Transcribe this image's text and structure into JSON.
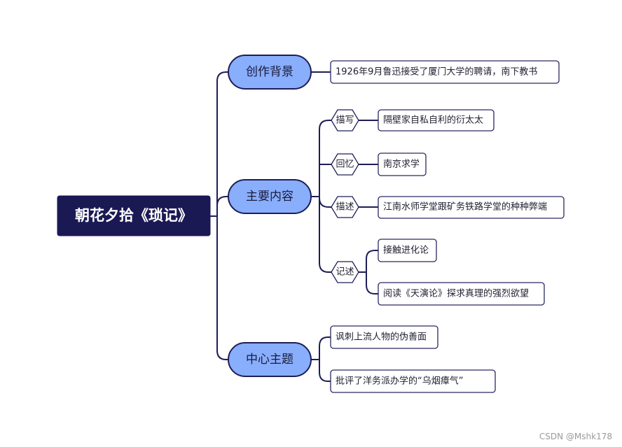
{
  "root": {
    "label": "朝花夕拾《琐记》"
  },
  "branches": [
    {
      "label": "创作背景",
      "children": [
        {
          "label": "1926年9月鲁迅接受了厦门大学的聘请，南下教书"
        }
      ]
    },
    {
      "label": "主要内容",
      "children": [
        {
          "label": "描写",
          "children": [
            {
              "label": "隔壁家自私自利的衍太太"
            }
          ]
        },
        {
          "label": "回忆",
          "children": [
            {
              "label": "南京求学"
            }
          ]
        },
        {
          "label": "描述",
          "children": [
            {
              "label": "江南水师学堂跟矿务铁路学堂的种种弊端"
            }
          ]
        },
        {
          "label": "记述",
          "children": [
            {
              "label": "接触进化论"
            },
            {
              "label": "阅读《天演论》探求真理的强烈欲望"
            }
          ]
        }
      ]
    },
    {
      "label": "中心主题",
      "children": [
        {
          "label": "讽刺上流人物的伪善面"
        },
        {
          "label": "批评了洋务派办学的“乌烟瘴气”"
        }
      ]
    }
  ],
  "watermark": "CSDN @Mshk178",
  "colors": {
    "root_fill": "#1a1954",
    "branch_fill": "#88aefc",
    "line": "#1e1d57"
  }
}
